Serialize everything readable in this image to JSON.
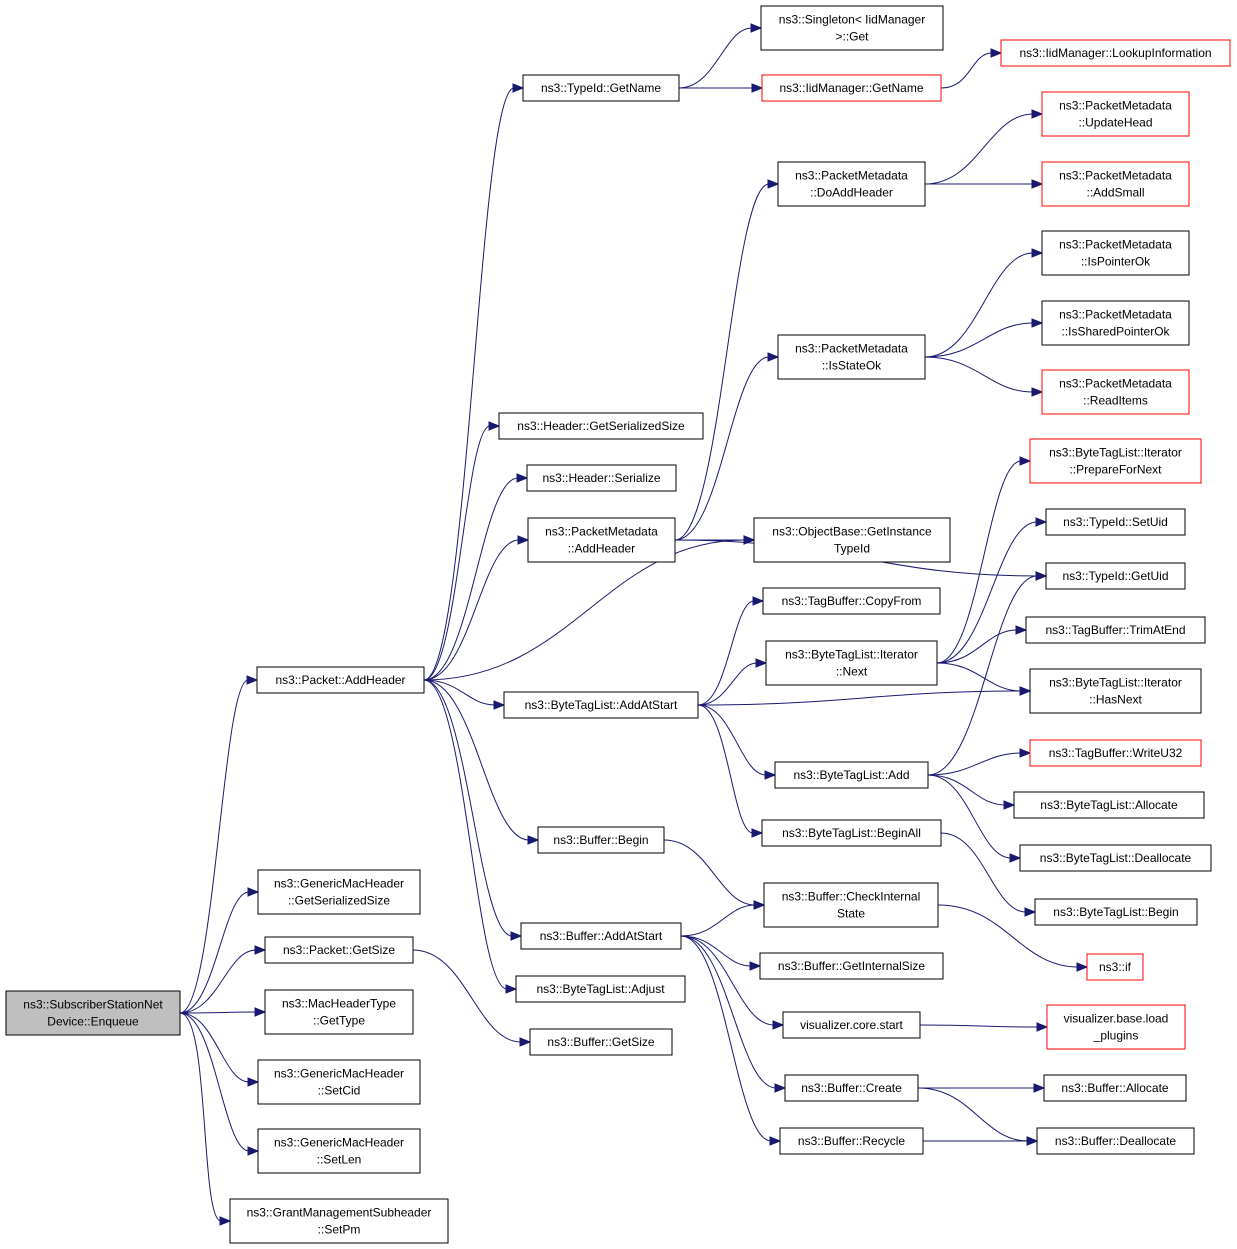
{
  "nodes": [
    {
      "id": "root",
      "lines": [
        "ns3::SubscriberStationNet",
        "Device::Enqueue"
      ],
      "style": "root"
    },
    {
      "id": "packet_addheader",
      "lines": [
        "ns3::Packet::AddHeader"
      ],
      "style": "normal"
    },
    {
      "id": "gmh_getserializedsize",
      "lines": [
        "ns3::GenericMacHeader",
        "::GetSerializedSize"
      ],
      "style": "normal"
    },
    {
      "id": "packet_getsize",
      "lines": [
        "ns3::Packet::GetSize"
      ],
      "style": "normal"
    },
    {
      "id": "macheadertype_gettype",
      "lines": [
        "ns3::MacHeaderType",
        "::GetType"
      ],
      "style": "normal"
    },
    {
      "id": "gmh_setcid",
      "lines": [
        "ns3::GenericMacHeader",
        "::SetCid"
      ],
      "style": "normal"
    },
    {
      "id": "gmh_setlen",
      "lines": [
        "ns3::GenericMacHeader",
        "::SetLen"
      ],
      "style": "normal"
    },
    {
      "id": "gms_setpm",
      "lines": [
        "ns3::GrantManagementSubheader",
        "::SetPm"
      ],
      "style": "normal"
    },
    {
      "id": "typeid_getname",
      "lines": [
        "ns3::TypeId::GetName"
      ],
      "style": "normal"
    },
    {
      "id": "header_getserializedsize",
      "lines": [
        "ns3::Header::GetSerializedSize"
      ],
      "style": "normal"
    },
    {
      "id": "header_serialize",
      "lines": [
        "ns3::Header::Serialize"
      ],
      "style": "normal"
    },
    {
      "id": "pm_addheader",
      "lines": [
        "ns3::PacketMetadata",
        "::AddHeader"
      ],
      "style": "normal"
    },
    {
      "id": "btl_addatstart",
      "lines": [
        "ns3::ByteTagList::AddAtStart"
      ],
      "style": "normal"
    },
    {
      "id": "buffer_begin",
      "lines": [
        "ns3::Buffer::Begin"
      ],
      "style": "normal"
    },
    {
      "id": "buffer_addatstart",
      "lines": [
        "ns3::Buffer::AddAtStart"
      ],
      "style": "normal"
    },
    {
      "id": "btl_adjust",
      "lines": [
        "ns3::ByteTagList::Adjust"
      ],
      "style": "normal"
    },
    {
      "id": "buffer_getsize",
      "lines": [
        "ns3::Buffer::GetSize"
      ],
      "style": "normal"
    },
    {
      "id": "singleton_get",
      "lines": [
        "ns3::Singleton< IidManager",
        ">::Get"
      ],
      "style": "normal"
    },
    {
      "id": "iid_getname",
      "lines": [
        "ns3::IidManager::GetName"
      ],
      "style": "red"
    },
    {
      "id": "iid_lookup",
      "lines": [
        "ns3::IidManager::LookupInformation"
      ],
      "style": "red"
    },
    {
      "id": "pm_doaddheader",
      "lines": [
        "ns3::PacketMetadata",
        "::DoAddHeader"
      ],
      "style": "normal"
    },
    {
      "id": "pm_isstateok",
      "lines": [
        "ns3::PacketMetadata",
        "::IsStateOk"
      ],
      "style": "normal"
    },
    {
      "id": "objectbase_gettypeid",
      "lines": [
        "ns3::ObjectBase::GetInstance",
        "TypeId"
      ],
      "style": "normal"
    },
    {
      "id": "tagbuffer_copyfrom",
      "lines": [
        "ns3::TagBuffer::CopyFrom"
      ],
      "style": "normal"
    },
    {
      "id": "btli_next",
      "lines": [
        "ns3::ByteTagList::Iterator",
        "::Next"
      ],
      "style": "normal"
    },
    {
      "id": "btl_add",
      "lines": [
        "ns3::ByteTagList::Add"
      ],
      "style": "normal"
    },
    {
      "id": "btl_beginall",
      "lines": [
        "ns3::ByteTagList::BeginAll"
      ],
      "style": "normal"
    },
    {
      "id": "buffer_checkinternalstate",
      "lines": [
        "ns3::Buffer::CheckInternal",
        "State"
      ],
      "style": "normal"
    },
    {
      "id": "buffer_getinternalsize",
      "lines": [
        "ns3::Buffer::GetInternalSize"
      ],
      "style": "normal"
    },
    {
      "id": "viz_core_start",
      "lines": [
        "visualizer.core.start"
      ],
      "style": "normal"
    },
    {
      "id": "buffer_create",
      "lines": [
        "ns3::Buffer::Create"
      ],
      "style": "normal"
    },
    {
      "id": "buffer_recycle",
      "lines": [
        "ns3::Buffer::Recycle"
      ],
      "style": "normal"
    },
    {
      "id": "pm_updatehead",
      "lines": [
        "ns3::PacketMetadata",
        "::UpdateHead"
      ],
      "style": "red"
    },
    {
      "id": "pm_addsmall",
      "lines": [
        "ns3::PacketMetadata",
        "::AddSmall"
      ],
      "style": "red"
    },
    {
      "id": "pm_ispointerok",
      "lines": [
        "ns3::PacketMetadata",
        "::IsPointerOk"
      ],
      "style": "normal"
    },
    {
      "id": "pm_issharedpointerok",
      "lines": [
        "ns3::PacketMetadata",
        "::IsSharedPointerOk"
      ],
      "style": "normal"
    },
    {
      "id": "pm_readitems",
      "lines": [
        "ns3::PacketMetadata",
        "::ReadItems"
      ],
      "style": "red"
    },
    {
      "id": "btli_preparefornext",
      "lines": [
        "ns3::ByteTagList::Iterator",
        "::PrepareForNext"
      ],
      "style": "red"
    },
    {
      "id": "typeid_setuid",
      "lines": [
        "ns3::TypeId::SetUid"
      ],
      "style": "normal"
    },
    {
      "id": "typeid_getuid",
      "lines": [
        "ns3::TypeId::GetUid"
      ],
      "style": "normal"
    },
    {
      "id": "tagbuffer_trimatend",
      "lines": [
        "ns3::TagBuffer::TrimAtEnd"
      ],
      "style": "normal"
    },
    {
      "id": "btli_hasnext",
      "lines": [
        "ns3::ByteTagList::Iterator",
        "::HasNext"
      ],
      "style": "normal"
    },
    {
      "id": "tagbuffer_writeu32",
      "lines": [
        "ns3::TagBuffer::WriteU32"
      ],
      "style": "red"
    },
    {
      "id": "btl_allocate",
      "lines": [
        "ns3::ByteTagList::Allocate"
      ],
      "style": "normal"
    },
    {
      "id": "btl_deallocate",
      "lines": [
        "ns3::ByteTagList::Deallocate"
      ],
      "style": "normal"
    },
    {
      "id": "btl_begin",
      "lines": [
        "ns3::ByteTagList::Begin"
      ],
      "style": "normal"
    },
    {
      "id": "ns3_if",
      "lines": [
        "ns3::if"
      ],
      "style": "red"
    },
    {
      "id": "viz_base_loadplugins",
      "lines": [
        "visualizer.base.load",
        "_plugins"
      ],
      "style": "red"
    },
    {
      "id": "buffer_allocate",
      "lines": [
        "ns3::Buffer::Allocate"
      ],
      "style": "normal"
    },
    {
      "id": "buffer_deallocate",
      "lines": [
        "ns3::Buffer::Deallocate"
      ],
      "style": "normal"
    }
  ],
  "edges": [
    [
      "root",
      "packet_addheader"
    ],
    [
      "root",
      "gmh_getserializedsize"
    ],
    [
      "root",
      "packet_getsize"
    ],
    [
      "root",
      "macheadertype_gettype"
    ],
    [
      "root",
      "gmh_setcid"
    ],
    [
      "root",
      "gmh_setlen"
    ],
    [
      "root",
      "gms_setpm"
    ],
    [
      "packet_addheader",
      "typeid_getname"
    ],
    [
      "packet_addheader",
      "header_getserializedsize"
    ],
    [
      "packet_addheader",
      "header_serialize"
    ],
    [
      "packet_addheader",
      "pm_addheader"
    ],
    [
      "packet_addheader",
      "objectbase_gettypeid"
    ],
    [
      "packet_addheader",
      "btl_addatstart"
    ],
    [
      "packet_addheader",
      "buffer_begin"
    ],
    [
      "packet_addheader",
      "buffer_addatstart"
    ],
    [
      "packet_addheader",
      "btl_adjust"
    ],
    [
      "packet_getsize",
      "buffer_getsize"
    ],
    [
      "typeid_getname",
      "singleton_get"
    ],
    [
      "typeid_getname",
      "iid_getname"
    ],
    [
      "iid_getname",
      "iid_lookup"
    ],
    [
      "pm_addheader",
      "pm_doaddheader"
    ],
    [
      "pm_addheader",
      "pm_isstateok"
    ],
    [
      "pm_addheader",
      "objectbase_gettypeid"
    ],
    [
      "pm_addheader",
      "typeid_getuid"
    ],
    [
      "pm_doaddheader",
      "pm_updatehead"
    ],
    [
      "pm_doaddheader",
      "pm_addsmall"
    ],
    [
      "pm_isstateok",
      "pm_ispointerok"
    ],
    [
      "pm_isstateok",
      "pm_issharedpointerok"
    ],
    [
      "pm_isstateok",
      "pm_readitems"
    ],
    [
      "btl_addatstart",
      "tagbuffer_copyfrom"
    ],
    [
      "btl_addatstart",
      "btli_next"
    ],
    [
      "btl_addatstart",
      "btli_hasnext"
    ],
    [
      "btl_addatstart",
      "btl_add"
    ],
    [
      "btl_addatstart",
      "btl_beginall"
    ],
    [
      "btli_next",
      "btli_preparefornext"
    ],
    [
      "btli_next",
      "typeid_setuid"
    ],
    [
      "btli_next",
      "tagbuffer_trimatend"
    ],
    [
      "btli_next",
      "btli_hasnext"
    ],
    [
      "btl_add",
      "typeid_getuid"
    ],
    [
      "btl_add",
      "tagbuffer_writeu32"
    ],
    [
      "btl_add",
      "btl_allocate"
    ],
    [
      "btl_add",
      "btl_deallocate"
    ],
    [
      "btl_beginall",
      "btl_begin"
    ],
    [
      "buffer_begin",
      "buffer_checkinternalstate"
    ],
    [
      "buffer_addatstart",
      "buffer_checkinternalstate"
    ],
    [
      "buffer_addatstart",
      "buffer_getinternalsize"
    ],
    [
      "buffer_addatstart",
      "viz_core_start"
    ],
    [
      "buffer_addatstart",
      "buffer_create"
    ],
    [
      "buffer_addatstart",
      "buffer_recycle"
    ],
    [
      "buffer_checkinternalstate",
      "ns3_if"
    ],
    [
      "viz_core_start",
      "viz_base_loadplugins"
    ],
    [
      "buffer_create",
      "buffer_allocate"
    ],
    [
      "buffer_create",
      "buffer_deallocate"
    ],
    [
      "buffer_recycle",
      "buffer_deallocate"
    ]
  ]
}
